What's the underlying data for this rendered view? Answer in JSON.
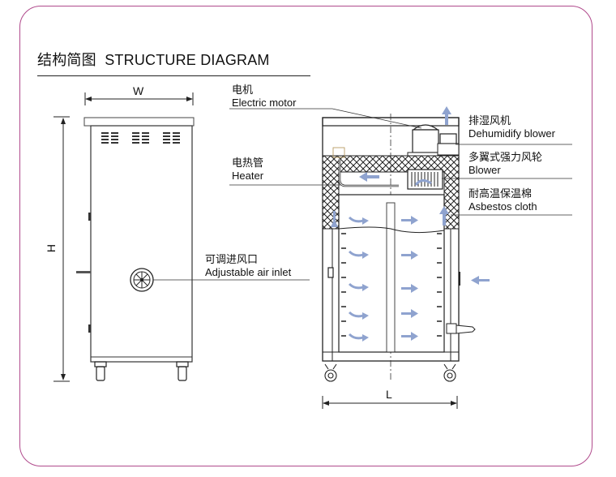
{
  "title": {
    "cn": "结构简图",
    "en": "STRUCTURE DIAGRAM"
  },
  "dimensions": {
    "width": "W",
    "height": "H",
    "length": "L"
  },
  "labels": {
    "motor": {
      "cn": "电机",
      "en": "Electric motor"
    },
    "heater": {
      "cn": "电热管",
      "en": "Heater"
    },
    "air_inlet": {
      "cn": "可调进风口",
      "en": "Adjustable air inlet"
    },
    "dehumidify": {
      "cn": "排湿风机",
      "en": "Dehumidify blower"
    },
    "blower": {
      "cn": "多翼式强力风轮",
      "en": "Blower"
    },
    "insulation": {
      "cn": "耐高温保温棉",
      "en": "Asbestos cloth"
    }
  },
  "colors": {
    "frame": "#b04a8c",
    "line": "#222222",
    "airflow": "#8fa3cf"
  }
}
